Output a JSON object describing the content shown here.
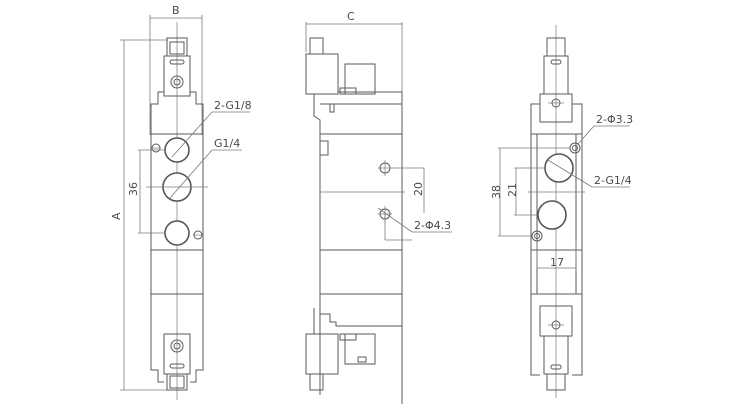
{
  "drawing": {
    "title": "Solenoid valve dimension drawing",
    "views": [
      {
        "name": "front-view",
        "width_label": "B",
        "length_label": "A",
        "spacing_label": "36",
        "callouts": [
          "2-G1/8",
          "G1/4"
        ]
      },
      {
        "name": "side-view",
        "width_label": "C",
        "spacing_label": "20",
        "callouts": [
          "2-Φ4.3"
        ]
      },
      {
        "name": "bottom-view",
        "vertical_labels": [
          "38",
          "21"
        ],
        "horizontal_label": "17",
        "callouts": [
          "2-Φ3.3",
          "2-G1/4"
        ]
      }
    ]
  },
  "labels": {
    "B": "B",
    "A": "A",
    "C": "C",
    "d36": "36",
    "d20": "20",
    "d38": "38",
    "d21": "21",
    "d17": "17",
    "g18": "2-G1/8",
    "g14": "G1/4",
    "phi43": "2-Φ4.3",
    "phi33": "2-Φ3.3",
    "g14b": "2-G1/4"
  },
  "colors": {
    "line": "#5a5a5a",
    "text": "#4a4a4a",
    "background": "#ffffff"
  }
}
